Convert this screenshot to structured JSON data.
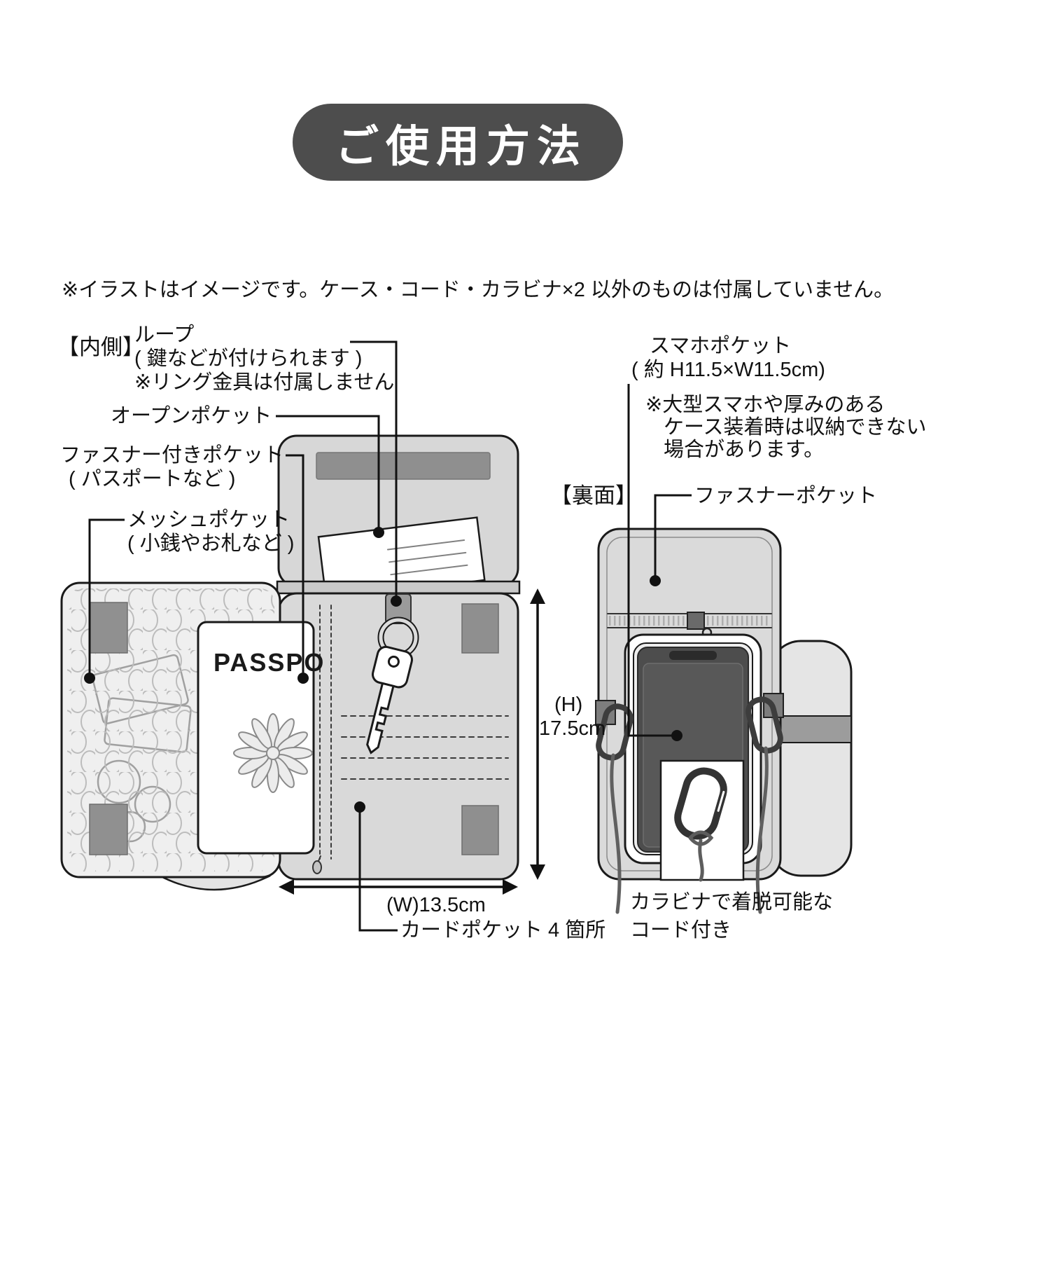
{
  "page": {
    "title": "ご使用方法",
    "disclaimer": "※イラストはイメージです。ケース・コード・カラビナ×2 以外のものは付属していません。"
  },
  "labels": {
    "inside_heading": "【内側】",
    "loop": "ループ",
    "loop_sub1": "( 鍵などが付けられます )",
    "loop_sub2": "※リング金具は付属しません",
    "open_pocket": "オープンポケット",
    "zip_pocket": "ファスナー付きポケット",
    "zip_pocket_sub": "( パスポートなど )",
    "mesh_pocket": "メッシュポケット",
    "mesh_pocket_sub": "( 小銭やお札など )",
    "phone_pocket": "スマホポケット",
    "phone_pocket_sub": "( 約 H11.5×W11.5cm)",
    "phone_note1": "※大型スマホや厚みのある",
    "phone_note2": "ケース装着時は収納できない",
    "phone_note3": "場合があります。",
    "back_heading": "【裏面】",
    "back_zip_pocket": "ファスナーポケット",
    "height_label": "(H)",
    "height_value": "17.5cm",
    "width_value": "(W)13.5cm",
    "card_pockets": "カードポケット 4 箇所",
    "carabiner_note1": "カラビナで着脱可能な",
    "carabiner_note2": "コード付き",
    "passport_text": "PASSPO"
  },
  "colors": {
    "badge": "#4d4d4d",
    "case_fill": "#d9d9d9",
    "velcro": "#8f8f8f",
    "line": "#1a1a1a"
  }
}
